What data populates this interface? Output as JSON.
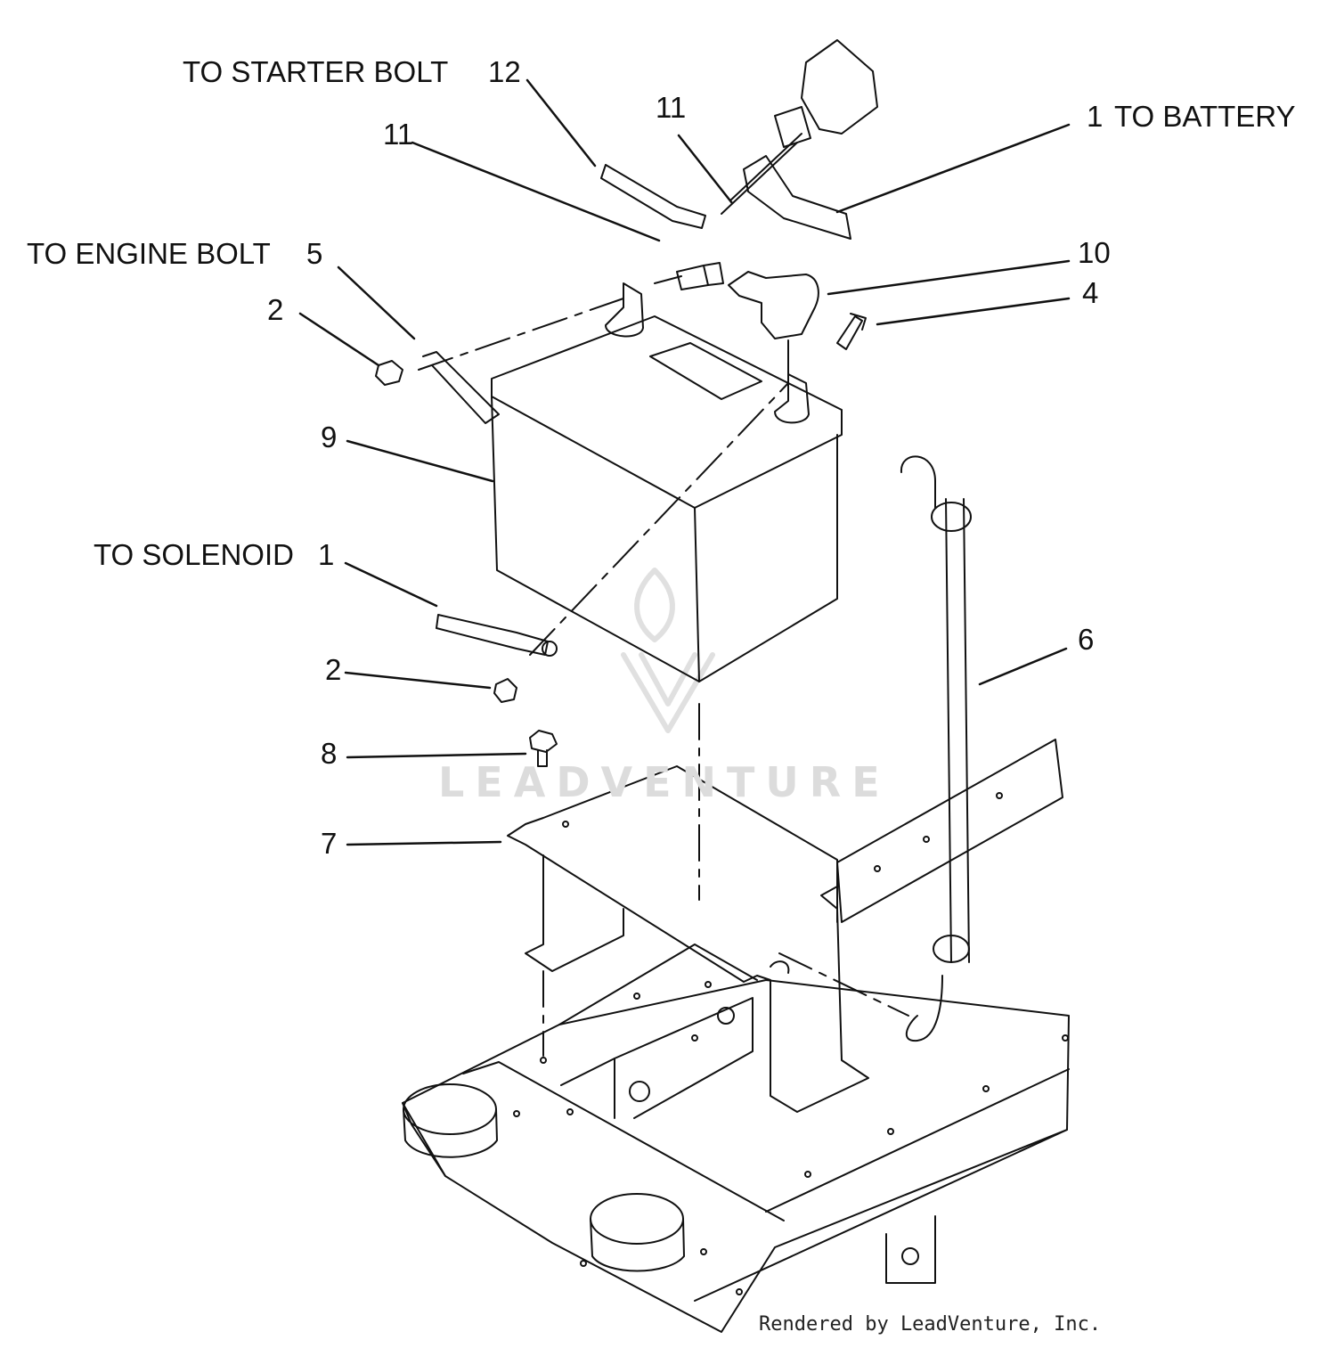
{
  "labels": {
    "to_starter_bolt": "TO STARTER BOLT",
    "to_engine_bolt": "TO ENGINE BOLT",
    "to_solenoid": "TO SOLENOID",
    "to_battery": "TO BATTERY",
    "callout_12": "12",
    "callout_11_left": "11",
    "callout_11_right": "11",
    "callout_1_top": "1",
    "callout_10": "10",
    "callout_4": "4",
    "callout_5": "5",
    "callout_2_top": "2",
    "callout_9": "9",
    "callout_1_solenoid": "1",
    "callout_2_bottom": "2",
    "callout_6": "6",
    "callout_8": "8",
    "callout_7": "7"
  },
  "watermark": {
    "text": "LEADVENTURE"
  },
  "footer": {
    "credit": "Rendered by LeadVenture, Inc."
  }
}
